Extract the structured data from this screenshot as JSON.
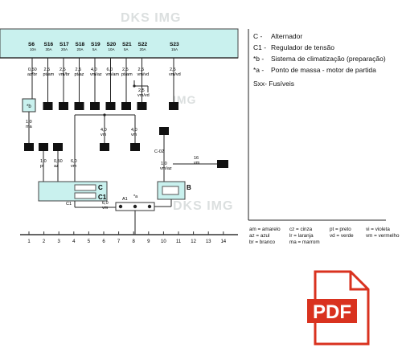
{
  "watermarks": {
    "a": "DKS IMG",
    "b": "DKS IMG",
    "c": "IMG"
  },
  "fuses": [
    {
      "id": "S6",
      "amp": "10A"
    },
    {
      "id": "S16",
      "amp": "30A"
    },
    {
      "id": "S17",
      "amp": "20A"
    },
    {
      "id": "S18",
      "amp": "20A"
    },
    {
      "id": "S19",
      "amp": "5A"
    },
    {
      "id": "S20",
      "amp": "10A"
    },
    {
      "id": "S21",
      "amp": "5A"
    },
    {
      "id": "S22",
      "amp": "20A"
    },
    {
      "id": "S23",
      "amp": "15A"
    }
  ],
  "wires": [
    {
      "gauge": "0,50",
      "color": "az/br"
    },
    {
      "gauge": "2,5",
      "color": "pt/am"
    },
    {
      "gauge": "2,5",
      "color": "vm/br"
    },
    {
      "gauge": "2,5",
      "color": "pt/az"
    },
    {
      "gauge": "4,0",
      "color": "vm/az"
    },
    {
      "gauge": "6,0",
      "color": "vm/am"
    },
    {
      "gauge": "2,5",
      "color": "pt/am"
    },
    {
      "gauge": "2,5",
      "color": "vm/vd"
    },
    {
      "gauge": "2,5",
      "color": "vm/vd"
    }
  ],
  "labels": {
    "mid1": "2,5",
    "mid1c": "vm/vd",
    "mid2": "2,5",
    "mid2c": "vm/vd",
    "b_comp": "*b",
    "wire_1_0": "1,0",
    "wire_1_0c": "ma",
    "w10pt": "1,0",
    "w10ptc": "pt",
    "w050": "0,50",
    "w050c": "az",
    "w60": "6,0",
    "w60c": "vm",
    "w40a": "4,0",
    "w40ac": "vm",
    "w40b": "4,0",
    "w40bc": "vm",
    "c02": "C-02",
    "w10vm": "1,0",
    "w10vmc": "vm/az",
    "w16": "16",
    "w16c": "vm",
    "comp_c": "C",
    "comp_c1": "C1",
    "comp_b": "B",
    "c1_lbl": "C1",
    "w60b": "6,0",
    "w60bc": "vm",
    "a1": "A1",
    "star_a": "*a"
  },
  "ground_numbers": [
    "1",
    "2",
    "3",
    "4",
    "5",
    "6",
    "7",
    "8",
    "9",
    "10",
    "11",
    "12",
    "13",
    "14"
  ],
  "legend": [
    {
      "code": "C -",
      "text": "Alternador"
    },
    {
      "code": "C1 -",
      "text": "Regulador de tensão"
    },
    {
      "code": "*b -",
      "text": "Sistema de climatização (preparação)"
    },
    {
      "code": "*a -",
      "text": "Ponto de massa - motor de partida"
    }
  ],
  "legend_fuses": "Sxx- Fusíveis",
  "color_codes": [
    [
      "am = amarelo",
      "cz = cinza",
      "pt = preto",
      "vi = violeta"
    ],
    [
      "az = azul",
      "lr = laranja",
      "vd = verde",
      "vm = vermelho"
    ],
    [
      "br = branco",
      "ma = marrom",
      "",
      ""
    ]
  ],
  "pdf_label": "PDF",
  "colors": {
    "fuse_box": "#c9f1ee",
    "pdf_red": "#d9321f"
  }
}
